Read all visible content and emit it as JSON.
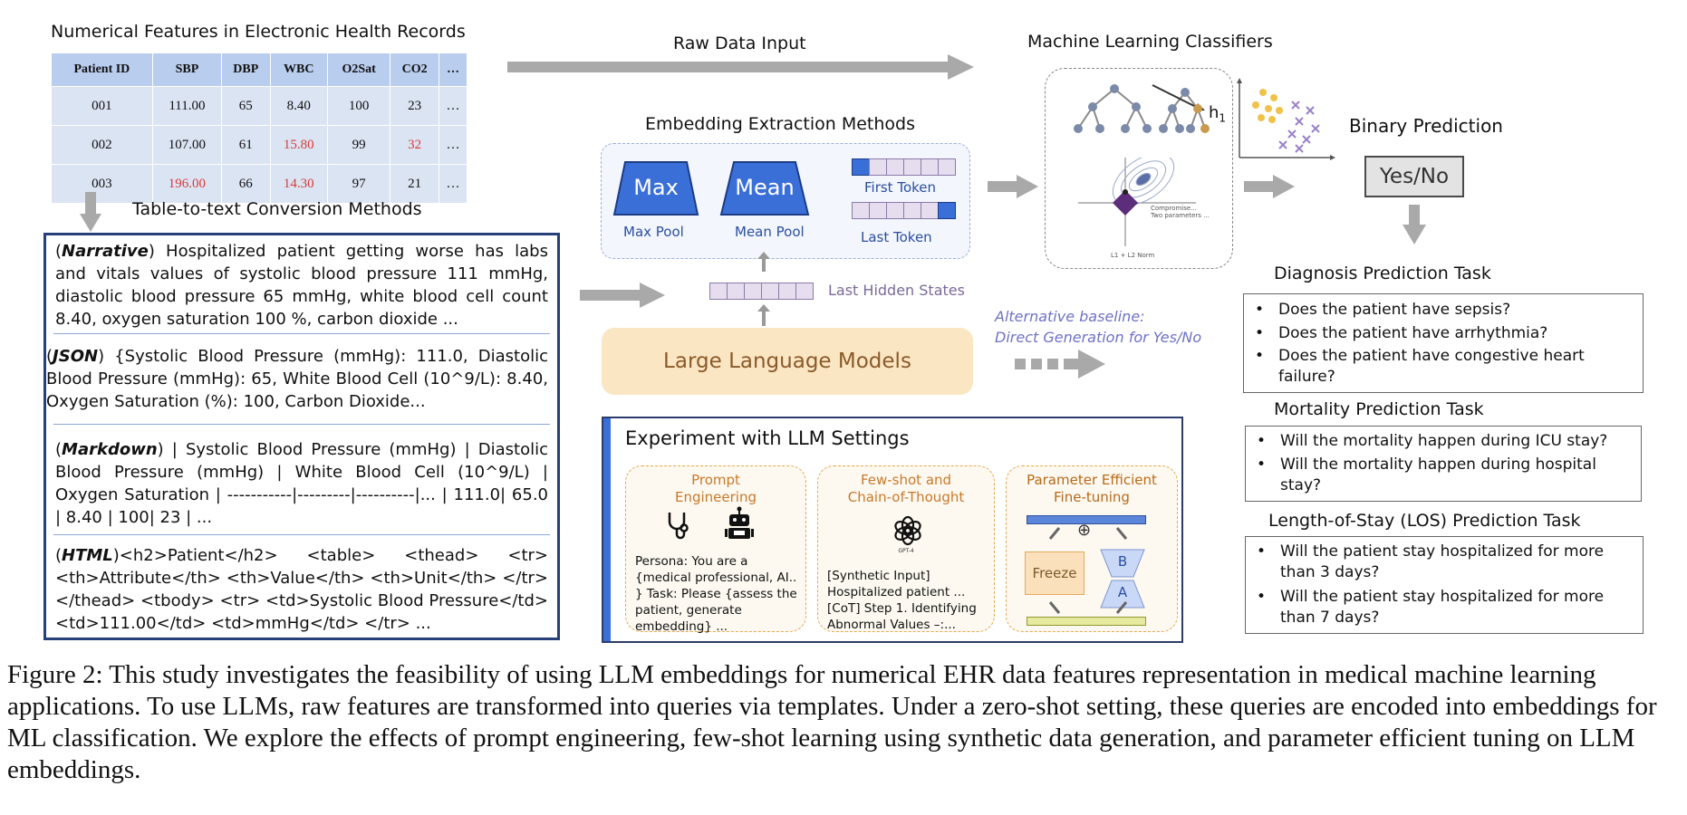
{
  "figure": {
    "ehr_title": "Numerical Features in Electronic Health Records",
    "table": {
      "headers": [
        "Patient ID",
        "SBP",
        "DBP",
        "WBC",
        "O2Sat",
        "CO2",
        "…"
      ],
      "rows": [
        [
          "001",
          "111.00",
          "65",
          "8.40",
          "100",
          "23",
          "…"
        ],
        [
          "002",
          "107.00",
          "61",
          "15.80",
          "99",
          "32",
          "…"
        ],
        [
          "003",
          "196.00",
          "66",
          "14.30",
          "97",
          "21",
          "…"
        ]
      ],
      "highlight_color": "#d93a3a"
    },
    "raw_data_label": "Raw Data Input",
    "conversion_title": "Table-to-text Conversion Methods",
    "narrative": {
      "tag": "Narrative",
      "text": ") Hospitalized patient getting worse has labs and vitals values of systolic blood pressure 111 mmHg, diastolic blood pressure 65 mmHg, white blood cell count 8.40, oxygen saturation 100 %, carbon dioxide ..."
    },
    "json": {
      "tag": "JSON",
      "text": ") {Systolic Blood Pressure (mmHg): 111.0,  Diastolic Blood Pressure (mmHg): 65,  White Blood Cell (10^9/L): 8.40, Oxygen Saturation (%): 100, Carbon Dioxide..."
    },
    "markdown": {
      "tag": "Markdown",
      "text": ") | Systolic Blood Pressure (mmHg) | Diastolic Blood Pressure (mmHg) | White Blood Cell (10^9/L) | Oxygen Saturation | -----------|---------|----------|... | 111.0| 65.0 | 8.40 | 100| 23 | ..."
    },
    "html": {
      "tag": "HTML",
      "text": ")<h2>Patient</h2> <table> <thead> <tr> <th>Attribute</th> <th>Value</th> <th>Unit</th> </tr> </thead> <tbody> <tr> <td>Systolic Blood Pressure</td> <td>111.00</td> <td>mmHg</td> </tr> ..."
    },
    "embedding_title": "Embedding Extraction Methods",
    "max_label": "Max",
    "max_pool": "Max Pool",
    "mean_label": "Mean",
    "mean_pool": "Mean Pool",
    "first_token": "First Token",
    "last_token": "Last Token",
    "last_hidden": "Last Hidden States",
    "llm": "Large Language Models",
    "alt_baseline_1": "Alternative baseline:",
    "alt_baseline_2": "Direct Generation for Yes/No",
    "ml_title": "Machine Learning Classifiers",
    "h1_label": "h",
    "h1_sub": "1",
    "l1_label": "L1 + L2 Norm",
    "compromise_label": "Compromise...",
    "two_params_label": "Two parameters ...",
    "binary_title": "Binary Prediction",
    "yes_no": "Yes/No",
    "experiment_title": "Experiment with LLM Settings",
    "prompt_eng_title_1": "Prompt",
    "prompt_eng_title_2": "Engineering",
    "prompt_eng_text": "Persona: You are a {medical professional, AI.. } Task: Please {assess the patient, generate embedding} ...",
    "fewshot_title_1": "Few-shot and",
    "fewshot_title_2": "Chain-of-Thought",
    "gpt4_label": "GPT-4",
    "fewshot_text_1": "[Synthetic Input]",
    "fewshot_text_2": "Hospitalized patient ...",
    "fewshot_text_3": "[CoT] Step 1. Identifying",
    "fewshot_text_4": "Abnormal Values –:...",
    "peft_title_1": "Parameter Efficient",
    "peft_title_2": "Fine-tuning",
    "freeze": "Freeze",
    "lora_b": "B",
    "lora_a": "A",
    "plus_symbol": "⊕",
    "diagnosis_title": "Diagnosis Prediction Task",
    "diagnosis_items": [
      "Does the patient have sepsis?",
      "Does the patient have arrhythmia?",
      "Does the patient have congestive heart failure?"
    ],
    "mortality_title": "Mortality Prediction Task",
    "mortality_items": [
      "Will the mortality happen during ICU stay?",
      "Will the mortality happen during hospital stay?"
    ],
    "los_title": "Length-of-Stay (LOS) Prediction Task",
    "los_items": [
      "Will the patient stay hospitalized for more than 3 days?",
      "Will the patient stay hospitalized for more than 7 days?"
    ],
    "bullet": "•"
  },
  "caption": {
    "label": "Figure 2:",
    "text": " This study investigates the feasibility of using LLM embeddings for numerical EHR data features representation in medical machine learning applications. To use LLMs, raw features are transformed into queries via templates. Under a zero-shot setting, these queries are encoded into embeddings for ML classification. We explore the effects of prompt engineering, few-shot learning using synthetic data generation, and parameter efficient tuning on LLM embeddings."
  }
}
